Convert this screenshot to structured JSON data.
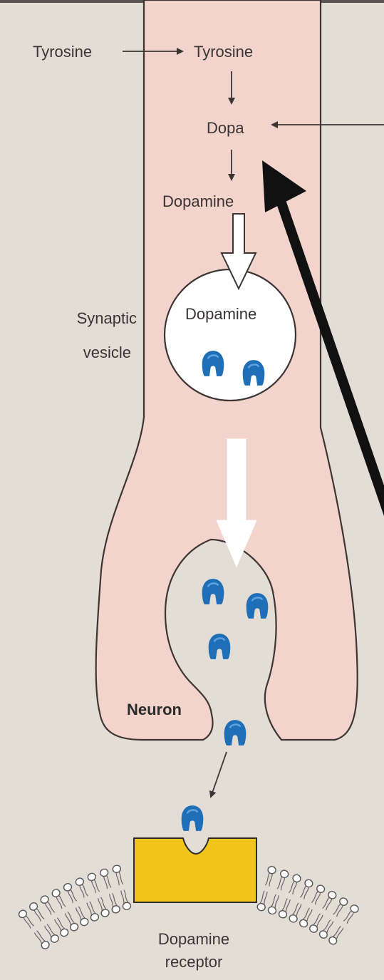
{
  "labels": {
    "tyrosine_outside": "Tyrosine",
    "tyrosine_inside": "Tyrosine",
    "dopa": "Dopa",
    "dopamine_cytosol": "Dopamine",
    "synaptic_vesicle_line1": "Synaptic",
    "synaptic_vesicle_line2": "vesicle",
    "dopamine_vesicle": "Dopamine",
    "neuron": "Neuron",
    "receptor_line1": "Dopamine",
    "receptor_line2": "receptor"
  },
  "colors": {
    "background": "#e3ddd6",
    "neuron_fill": "#f2d4cc",
    "membrane_stroke": "#3d3534",
    "dopamine_molecule": "#1f6fb8",
    "receptor_fill": "#f0c419",
    "thick_arrow": "#111111"
  },
  "icons": [
    "dopamine-molecule-icon",
    "phospholipid-bilayer-icon",
    "receptor-icon"
  ]
}
